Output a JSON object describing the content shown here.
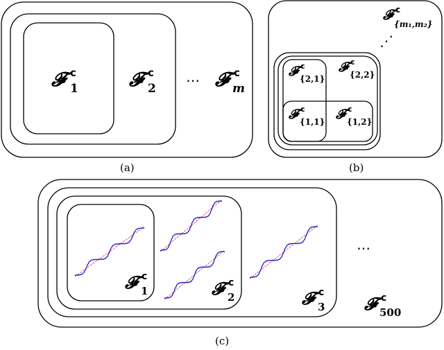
{
  "panel_a": {
    "caption": "(a)",
    "labels": [
      {
        "base": "𝓕",
        "sup": "c",
        "sub": "1"
      },
      {
        "base": "𝓕",
        "sup": "c",
        "sub": "2"
      },
      {
        "base": "𝓕",
        "sup": "c",
        "sub": "m"
      }
    ],
    "ellipsis": "⋯"
  },
  "panel_b": {
    "caption": "(b)",
    "labels": [
      {
        "base": "𝓕",
        "sup": "c",
        "sub": "{m₁,m₂}"
      },
      {
        "base": "𝓕",
        "sup": "c",
        "sub": "{2,1}"
      },
      {
        "base": "𝓕",
        "sup": "c",
        "sub": "{2,2}"
      },
      {
        "base": "𝓕",
        "sup": "c",
        "sub": "{1,1}"
      },
      {
        "base": "𝓕",
        "sup": "c",
        "sub": "{1,2}"
      }
    ],
    "ellipsis": "⋰"
  },
  "panel_c": {
    "caption": "(c)",
    "labels": [
      {
        "base": "𝓕",
        "sup": "c",
        "sub": "1"
      },
      {
        "base": "𝓕",
        "sup": "c",
        "sub": "2"
      },
      {
        "base": "𝓕",
        "sup": "c",
        "sub": "3"
      },
      {
        "base": "𝓕",
        "sup": "c",
        "sub": "500"
      }
    ],
    "ellipsis": "⋯",
    "curve_colors": {
      "main": "#1010c0",
      "overlay": "#e04060"
    }
  }
}
